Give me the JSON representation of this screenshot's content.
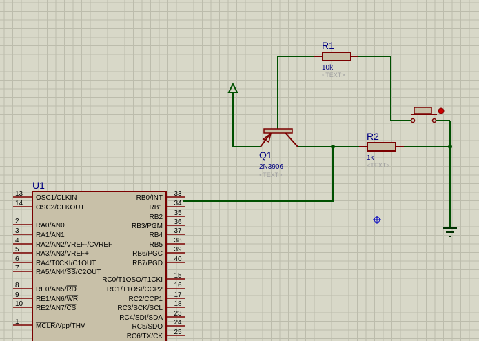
{
  "schematic": {
    "u1": {
      "ref": "U1",
      "left_pins": [
        {
          "num": "13",
          "name": "OSC1/CLKIN"
        },
        {
          "num": "14",
          "name": "OSC2/CLKOUT"
        },
        {
          "num": "2",
          "name": "RA0/AN0"
        },
        {
          "num": "3",
          "name": "RA1/AN1"
        },
        {
          "num": "4",
          "name": "RA2/AN2/VREF-/CVREF"
        },
        {
          "num": "5",
          "name": "RA3/AN3/VREF+"
        },
        {
          "num": "6",
          "name": "RA4/T0CKI/C1OUT"
        },
        {
          "num": "7",
          "name": "RA5/AN4/SS/C2OUT"
        },
        {
          "num": "8",
          "name": "RE0/AN5/RD"
        },
        {
          "num": "9",
          "name": "RE1/AN6/WR"
        },
        {
          "num": "10",
          "name": "RE2/AN7/CS"
        },
        {
          "num": "1",
          "name": "MCLR/Vpp/THV"
        }
      ],
      "right_pins": [
        {
          "num": "33",
          "name": "RB0/INT"
        },
        {
          "num": "34",
          "name": "RB1"
        },
        {
          "num": "35",
          "name": "RB2"
        },
        {
          "num": "36",
          "name": "RB3/PGM"
        },
        {
          "num": "37",
          "name": "RB4"
        },
        {
          "num": "38",
          "name": "RB5"
        },
        {
          "num": "39",
          "name": "RB6/PGC"
        },
        {
          "num": "40",
          "name": "RB7/PGD"
        },
        {
          "num": "15",
          "name": "RC0/T1OSO/T1CKI"
        },
        {
          "num": "16",
          "name": "RC1/T1OSI/CCP2"
        },
        {
          "num": "17",
          "name": "RC2/CCP1"
        },
        {
          "num": "18",
          "name": "RC3/SCK/SCL"
        },
        {
          "num": "23",
          "name": "RC4/SDI/SDA"
        },
        {
          "num": "24",
          "name": "RC5/SDO"
        },
        {
          "num": "25",
          "name": "RC6/TX/CK"
        }
      ]
    },
    "q1": {
      "ref": "Q1",
      "value": "2N3906",
      "text": "<TEXT>"
    },
    "r1": {
      "ref": "R1",
      "value": "10k",
      "text": "<TEXT>"
    },
    "r2": {
      "ref": "R2",
      "value": "1k",
      "text": "<TEXT>"
    },
    "colors": {
      "background": "#d8d8c8",
      "grid": "#bcbcac",
      "wire": "#005000",
      "component": "#7a0000",
      "component_fill": "#c8c0a8",
      "text": "#000080",
      "placeholder": "#a0a0a0",
      "cursor": "#0000c0"
    }
  }
}
